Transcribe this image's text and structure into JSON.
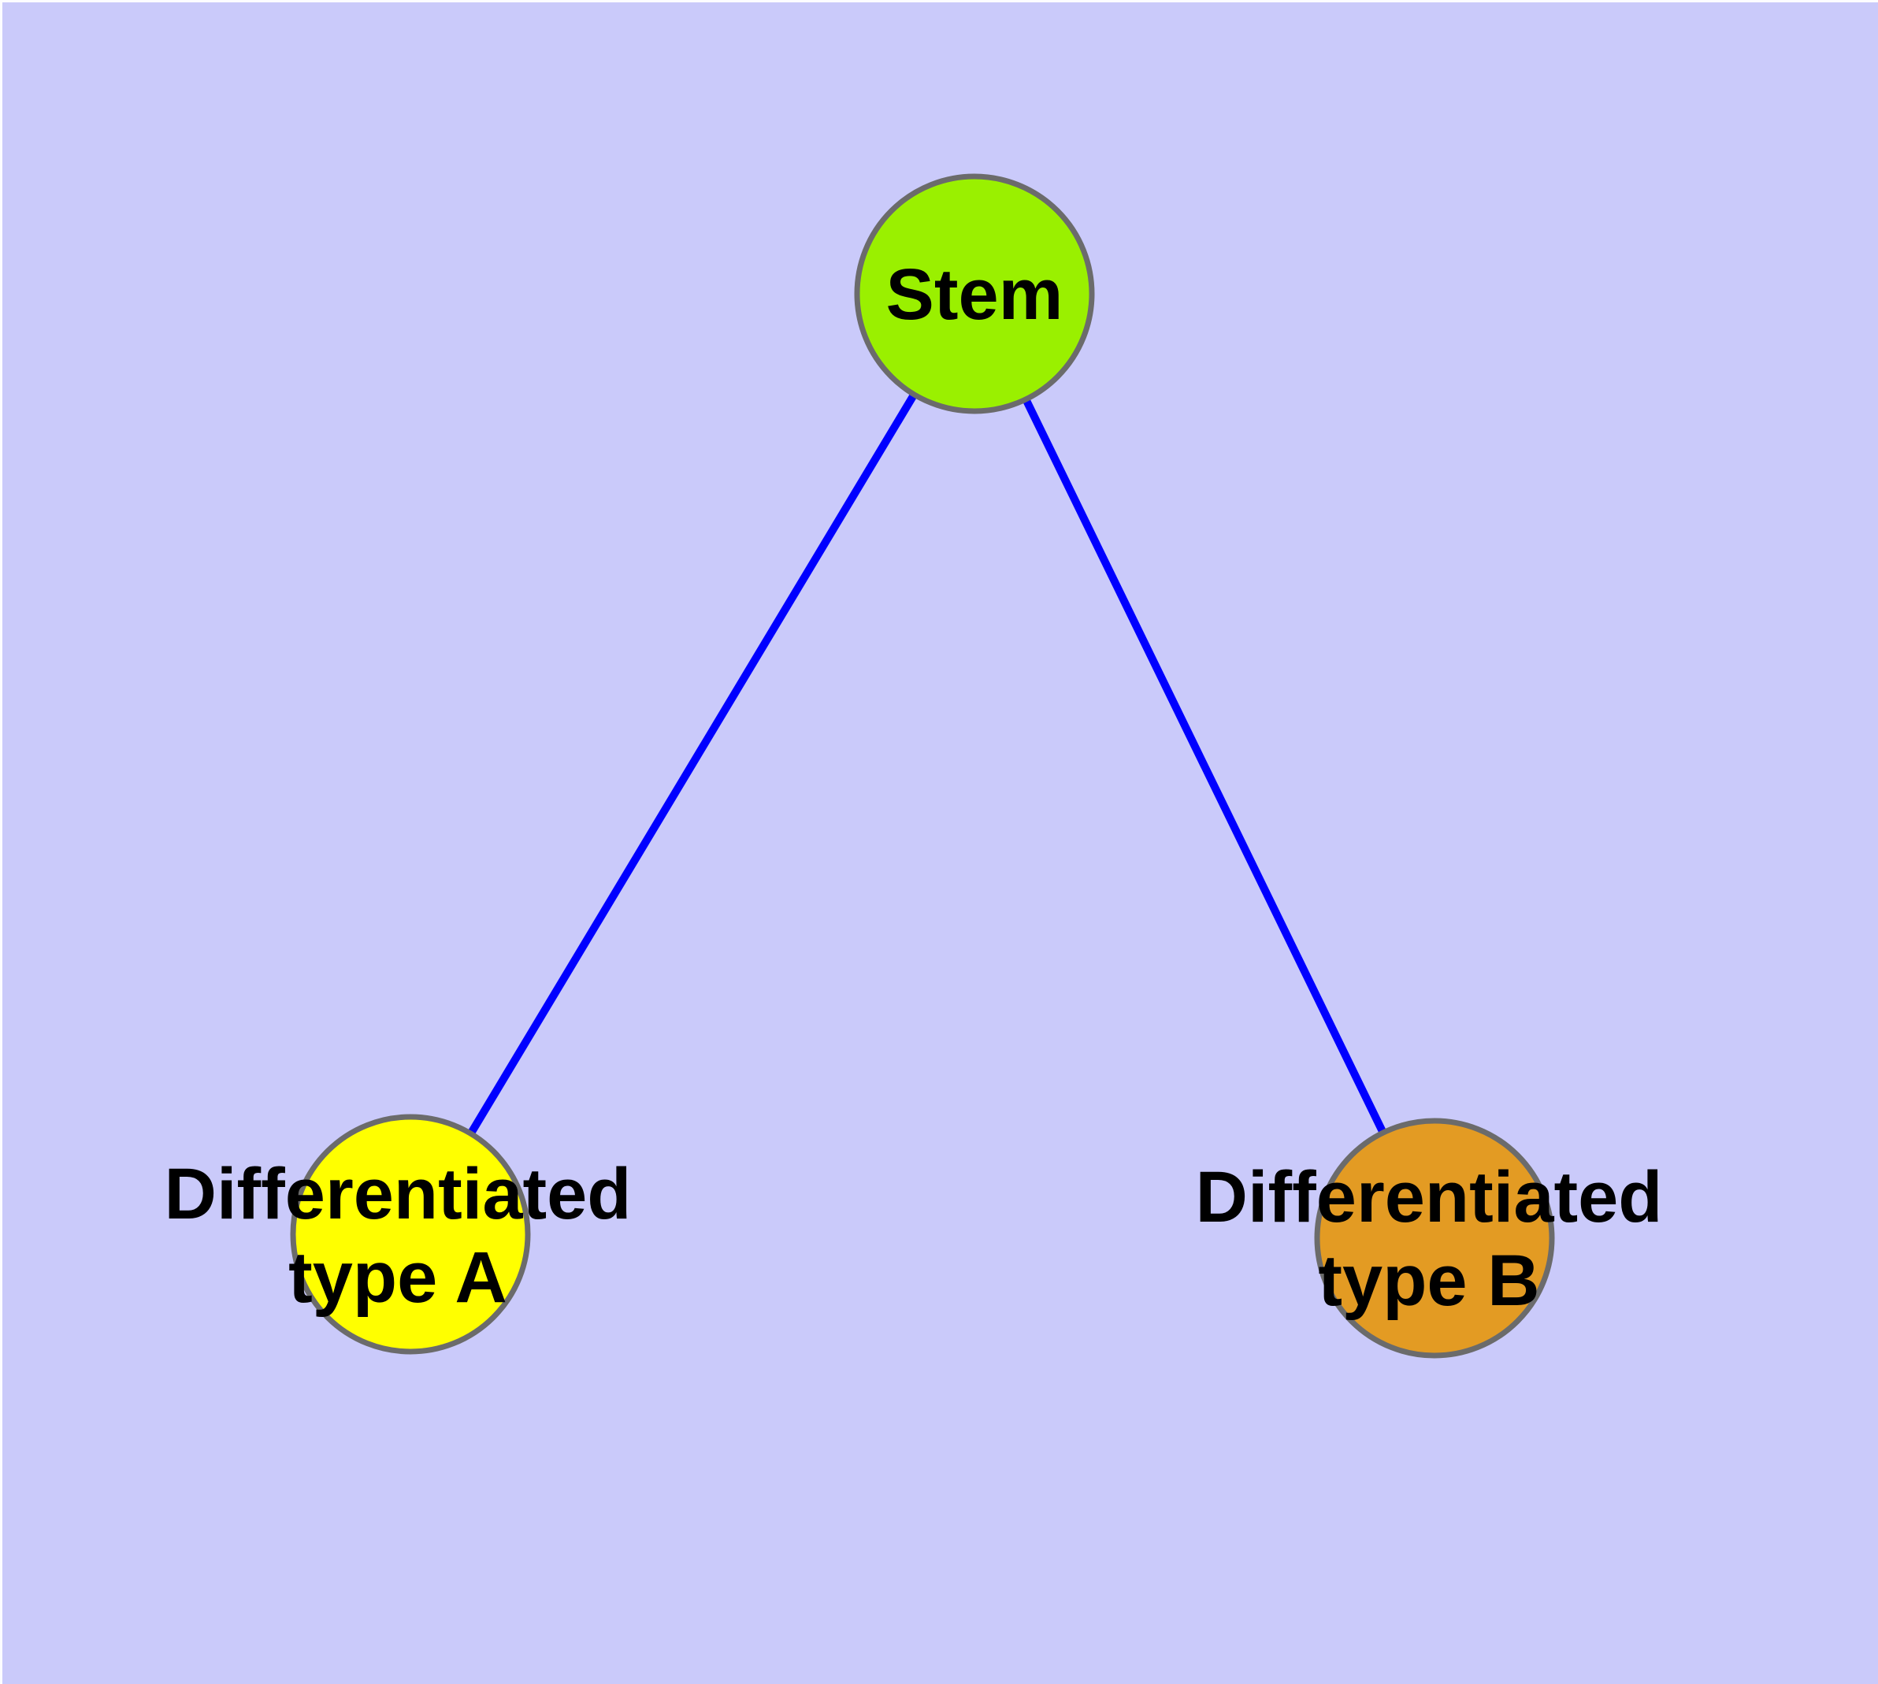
{
  "diagram": {
    "background_color": "#CACAFA",
    "edge_color": "#0000FF",
    "node_border_color": "#6B6B6B",
    "text_color": "#000000",
    "nodes": [
      {
        "id": "stem",
        "label_lines": [
          "Stem"
        ],
        "fill": "#9AF000"
      },
      {
        "id": "differentiated-type-a",
        "label_lines": [
          "Differentiated",
          "type A"
        ],
        "fill": "#FFFF00"
      },
      {
        "id": "differentiated-type-b",
        "label_lines": [
          "Differentiated",
          "type B"
        ],
        "fill": "#E39B23"
      }
    ],
    "edges": [
      {
        "from": "Stem",
        "to": "Differentiated type A"
      },
      {
        "from": "Stem",
        "to": "Differentiated type B"
      }
    ]
  }
}
